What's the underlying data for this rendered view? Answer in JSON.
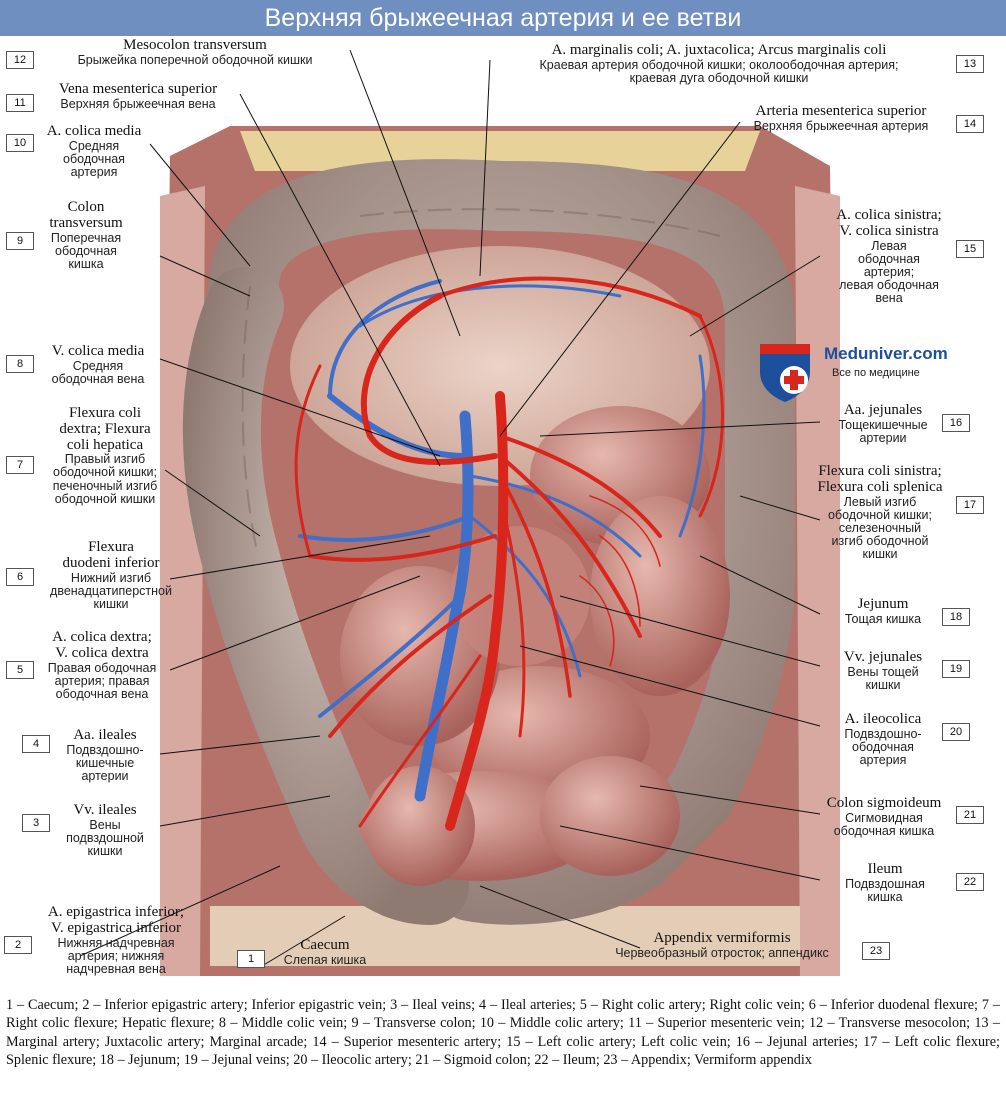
{
  "title": "Верхняя брыжеечная артерия и ее ветви",
  "logo": {
    "name": "Meduniver.com",
    "tagline": "Все по медицине"
  },
  "labels": [
    {
      "num": "1",
      "latin": "Caecum",
      "russian": "Слепая кишка"
    },
    {
      "num": "2",
      "latin": "A. epigastrica inferior;\nV. epigastrica inferior",
      "russian": "Нижняя надчревная\nартерия; нижняя\nнадчревная вена"
    },
    {
      "num": "3",
      "latin": "Vv. ileales",
      "russian": "Вены\nподвздошной\nкишки"
    },
    {
      "num": "4",
      "latin": "Aa. ileales",
      "russian": "Подвздошно-\nкишечные\nартерии"
    },
    {
      "num": "5",
      "latin": "A. colica dextra;\nV. colica dextra",
      "russian": "Правая ободочная\nартерия; правая\nободочная вена"
    },
    {
      "num": "6",
      "latin": "Flexura\nduodeni inferior",
      "russian": "Нижний изгиб\nдвенадцатиперстной\nкишки"
    },
    {
      "num": "7",
      "latin": "Flexura coli\ndextra; Flexura\ncoli hepatica",
      "russian": "Правый изгиб\nободочной кишки;\nпеченочный изгиб\nободочной кишки"
    },
    {
      "num": "8",
      "latin": "V. colica media",
      "russian": "Средняя\nободочная вена"
    },
    {
      "num": "9",
      "latin": "Colon\ntransversum",
      "russian": "Поперечная\nободочная\nкишка"
    },
    {
      "num": "10",
      "latin": "A. colica media",
      "russian": "Средняя\nободочная\nартерия"
    },
    {
      "num": "11",
      "latin": "Vena mesenterica superior",
      "russian": "Верхняя брыжеечная вена"
    },
    {
      "num": "12",
      "latin": "Mesocolon transversum",
      "russian": "Брыжейка поперечной ободочной кишки"
    },
    {
      "num": "13",
      "latin": "A. marginalis coli; A. juxtacolica; Arcus marginalis coli",
      "russian": "Краевая артерия ободочной кишки; околоободочная артерия;\nкраевая дуга ободочной кишки"
    },
    {
      "num": "14",
      "latin": "Arteria mesenterica superior",
      "russian": "Верхняя брыжеечная артерия"
    },
    {
      "num": "15",
      "latin": "A. colica sinistra;\nV. colica sinistra",
      "russian": "Левая\nободочная\nартерия;\nлевая ободочная\nвена"
    },
    {
      "num": "16",
      "latin": "Aa. jejunales",
      "russian": "Тощекишечные\nартерии"
    },
    {
      "num": "17",
      "latin": "Flexura coli sinistra;\nFlexura coli splenica",
      "russian": "Левый изгиб\nободочной кишки;\nселезеночный\nизгиб ободочной\nкишки"
    },
    {
      "num": "18",
      "latin": "Jejunum",
      "russian": "Тощая кишка"
    },
    {
      "num": "19",
      "latin": "Vv. jejunales",
      "russian": "Вены тощей\nкишки"
    },
    {
      "num": "20",
      "latin": "A. ileocolica",
      "russian": "Подвздошно-\nободочная\nартерия"
    },
    {
      "num": "21",
      "latin": "Colon sigmoideum",
      "russian": "Сигмовидная\nободочная кишка"
    },
    {
      "num": "22",
      "latin": "Ileum",
      "russian": "Подвздошная\nкишка"
    },
    {
      "num": "23",
      "latin": "Appendix vermiformis",
      "russian": "Червеобразный отросток; аппендикс"
    }
  ],
  "legend": "1 – Caecum; 2 – Inferior epigastric artery; Inferior epigastric vein; 3 – Ileal veins; 4 – Ileal arteries; 5 – Right colic artery; Right colic vein; 6 – Inferior duodenal flexure; 7 – Right colic flexure; Hepatic flexure; 8 – Middle colic vein; 9 – Transverse colon; 10 – Middle colic artery; 11 – Superior mesenteric vein; 12 – Transverse mesocolon; 13 – Marginal artery; Juxtacolic artery; Marginal arcade; 14 – Superior mesenteric artery; 15 – Left colic artery; Left colic vein; 16 – Jejunal arteries; 17 – Left colic flexure; Splenic flexure; 18 – Jejunum; 19 – Jejunal veins; 20 – Ileocolic artery; 21 – Sigmoid colon; 22 – Ileum; 23 – Appendix; Vermiform appendix",
  "colors": {
    "title_bg": "#6f8fc0",
    "artery": "#d8261c",
    "vein": "#3f6fc8",
    "tissue": "#c98f86",
    "logo": "#1d4f9c"
  }
}
